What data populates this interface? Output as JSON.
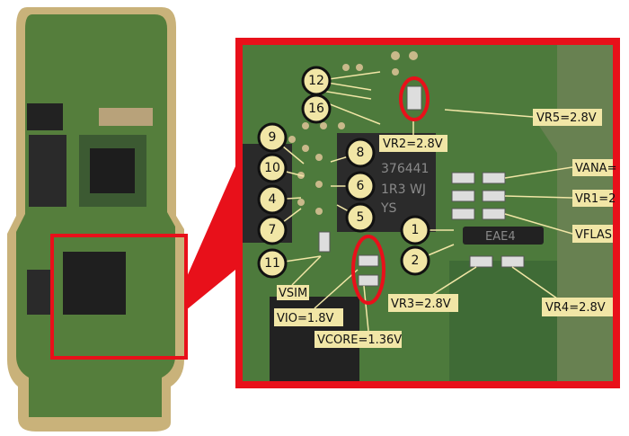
{
  "title": "PCB voltage test points",
  "colors": {
    "highlight": "#e8101a",
    "label_bg": "#f1e6a6",
    "board": "#4f7a3a",
    "board_dark": "#2f4a26"
  },
  "pins": [
    {
      "id": "12",
      "leader": "multi"
    },
    {
      "id": "16",
      "leader": "multi"
    },
    {
      "id": "9"
    },
    {
      "id": "10"
    },
    {
      "id": "4"
    },
    {
      "id": "7"
    },
    {
      "id": "11"
    },
    {
      "id": "8"
    },
    {
      "id": "6"
    },
    {
      "id": "5"
    },
    {
      "id": "1"
    },
    {
      "id": "2"
    }
  ],
  "voltages": {
    "vr5": "VR5=2.8V",
    "vr2": "VR2=2.8V",
    "vana": "VANA=",
    "vr1": "VR1=2",
    "vflash": "VFLAS",
    "vsim": "VSIM",
    "vio": "VIO=1.8V",
    "vr3": "VR3=2.8V",
    "vcore": "VCORE=1.36V",
    "vr4": "VR4=2.8V"
  },
  "chip_marking": [
    "376441",
    "1R3 WJ",
    "YS"
  ],
  "ic_marking": "EAE4"
}
